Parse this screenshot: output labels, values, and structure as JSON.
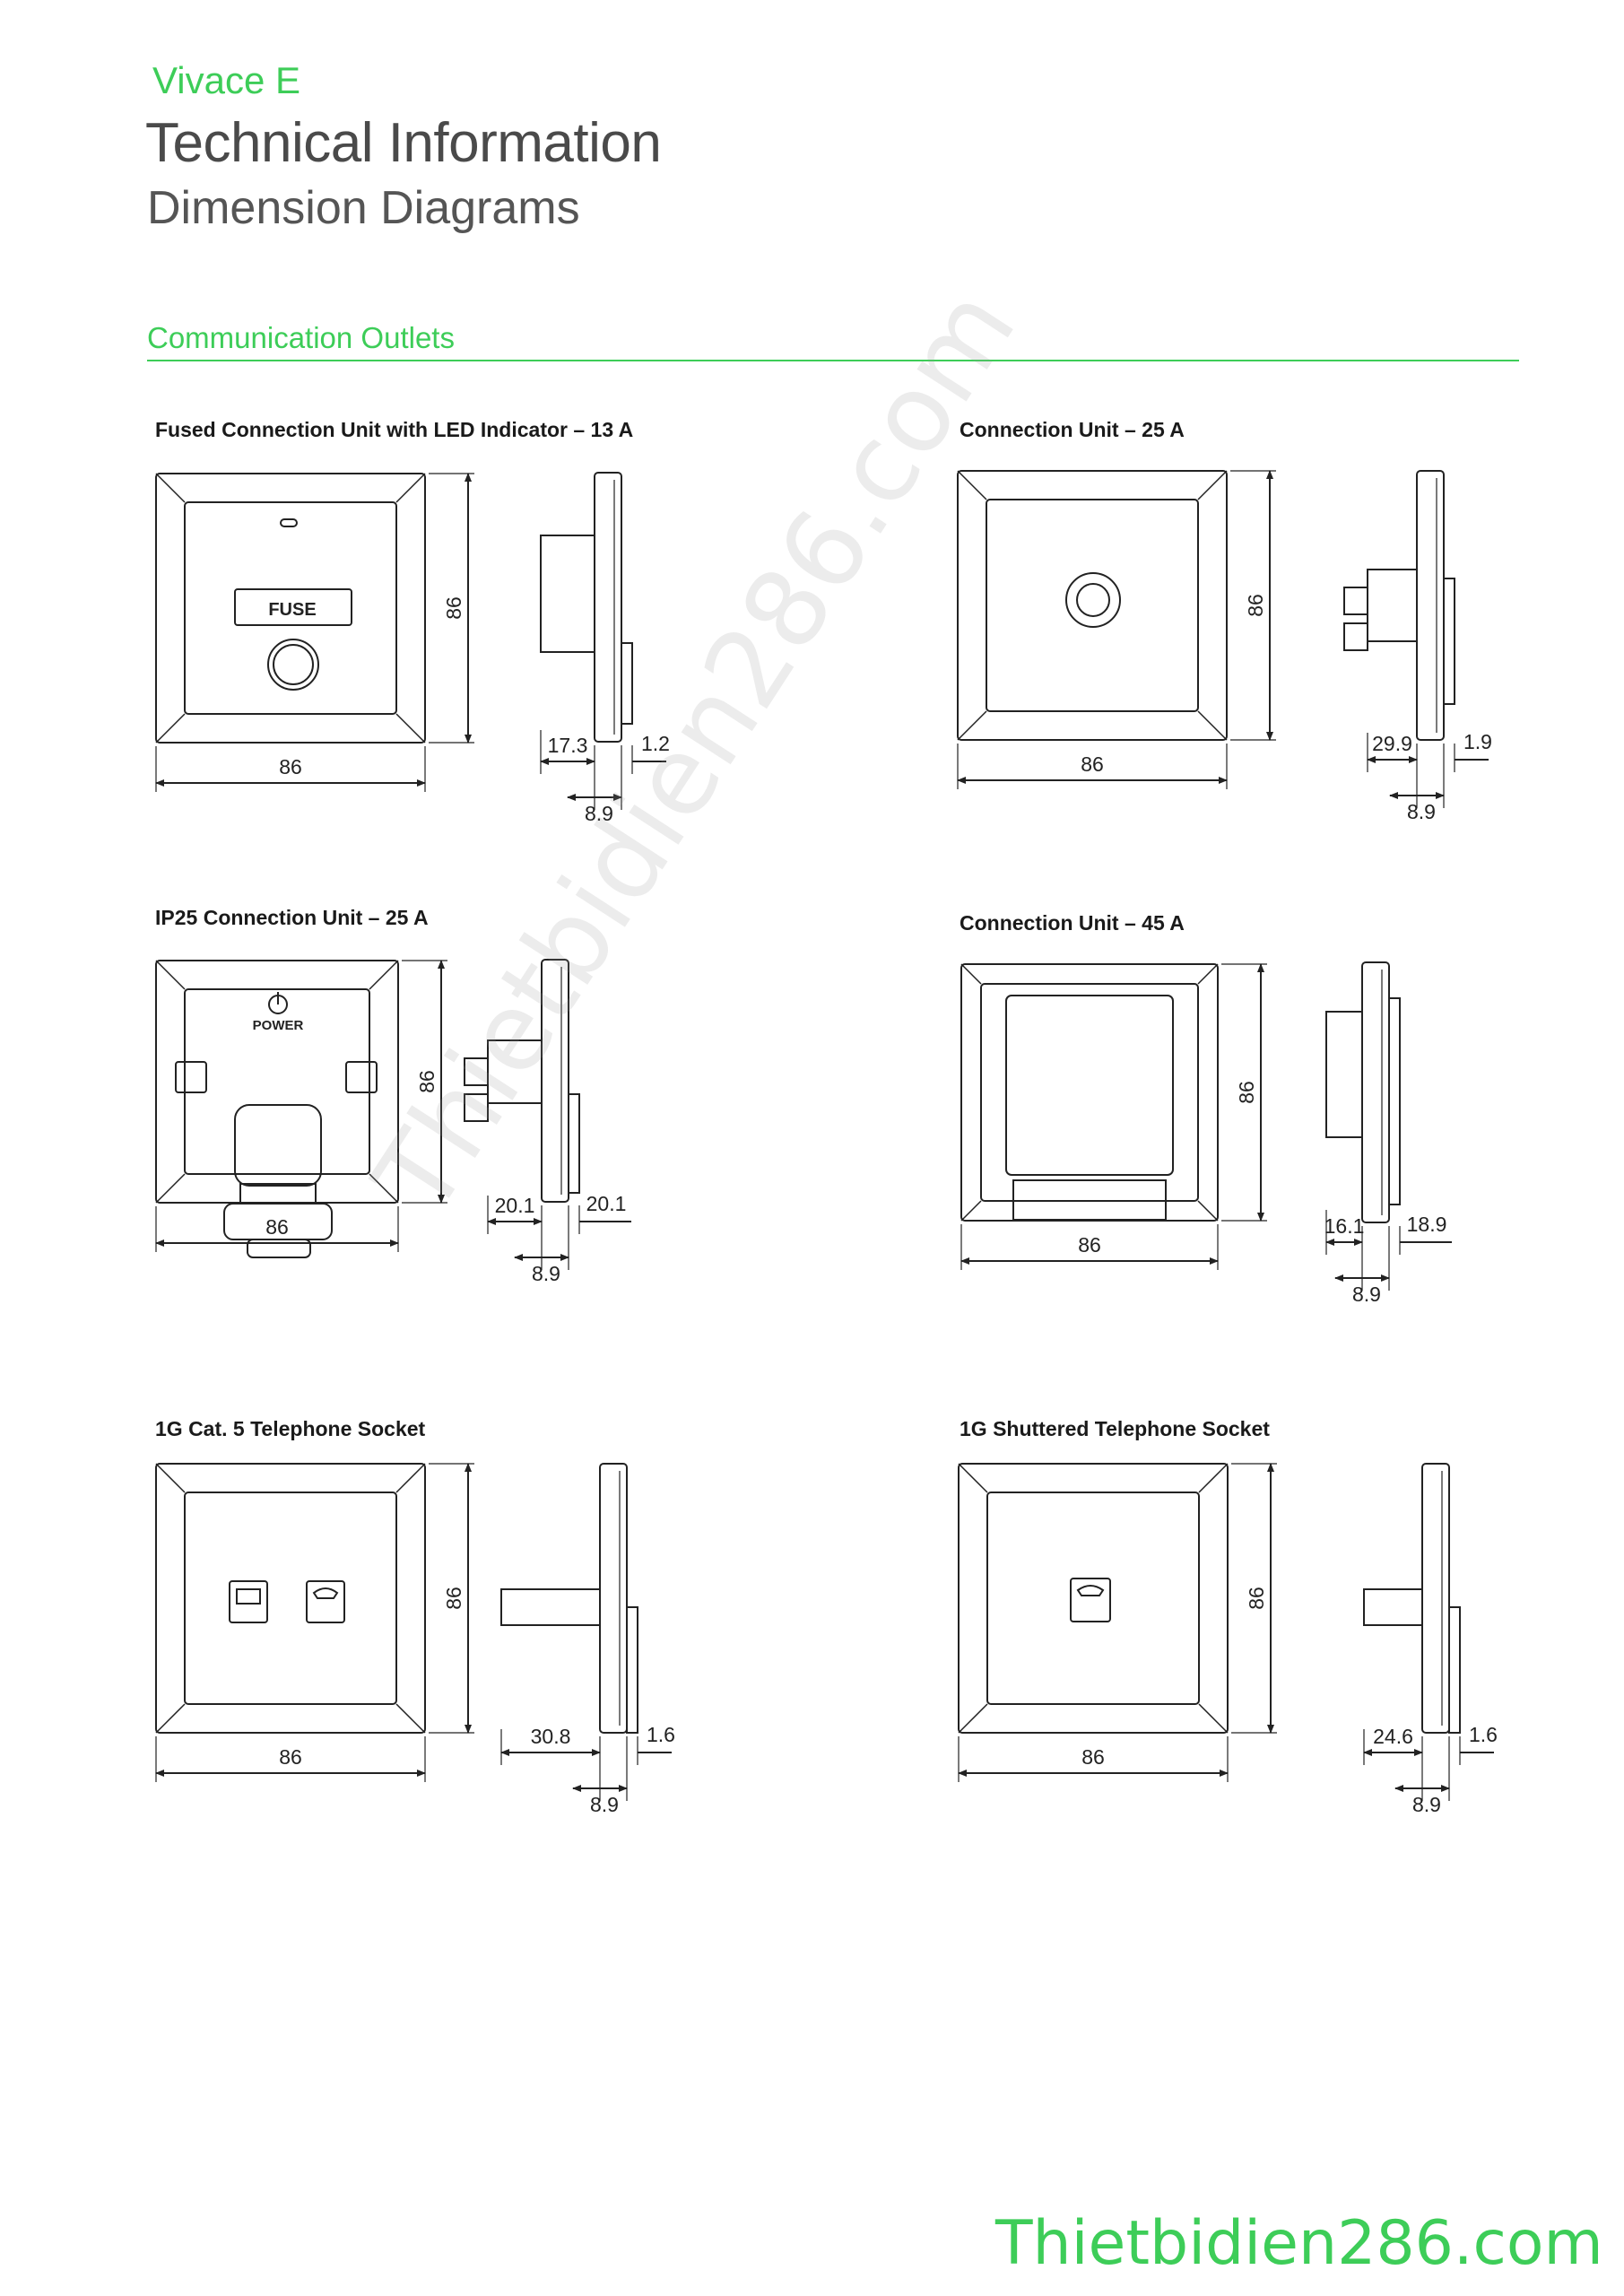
{
  "header": {
    "brand": "Vivace E",
    "title": "Technical Information",
    "subtitle": "Dimension Diagrams"
  },
  "section": {
    "title": "Communication Outlets"
  },
  "diagrams": [
    {
      "caption": "Fused Connection Unit with LED Indicator – 13 A",
      "front": {
        "width": "86",
        "height": "86",
        "label": "FUSE"
      },
      "side": {
        "depth": "17.3",
        "plate": "1.2",
        "base": "8.9"
      }
    },
    {
      "caption": "Connection Unit – 25 A",
      "front": {
        "width": "86",
        "height": "86"
      },
      "side": {
        "depth": "29.9",
        "plate": "1.9",
        "base": "8.9"
      }
    },
    {
      "caption": "IP25 Connection Unit – 25 A",
      "front": {
        "width": "86",
        "height": "86",
        "label": "POWER"
      },
      "side": {
        "depth": "20.1",
        "front_depth": "20.1",
        "base": "8.9"
      }
    },
    {
      "caption": "Connection Unit – 45 A",
      "front": {
        "width": "86",
        "height": "86"
      },
      "side": {
        "depth": "16.1",
        "front_depth": "18.9",
        "base": "8.9"
      }
    },
    {
      "caption": "1G Cat. 5 Telephone Socket",
      "front": {
        "width": "86",
        "height": "86"
      },
      "side": {
        "depth": "30.8",
        "plate": "1.6",
        "base": "8.9"
      }
    },
    {
      "caption": "1G Shuttered Telephone Socket",
      "front": {
        "width": "86",
        "height": "86"
      },
      "side": {
        "depth": "24.6",
        "plate": "1.6",
        "base": "8.9"
      }
    }
  ],
  "watermark": "Thietbidien286.com",
  "footer": {
    "brand": "Thietbidien286.com"
  }
}
